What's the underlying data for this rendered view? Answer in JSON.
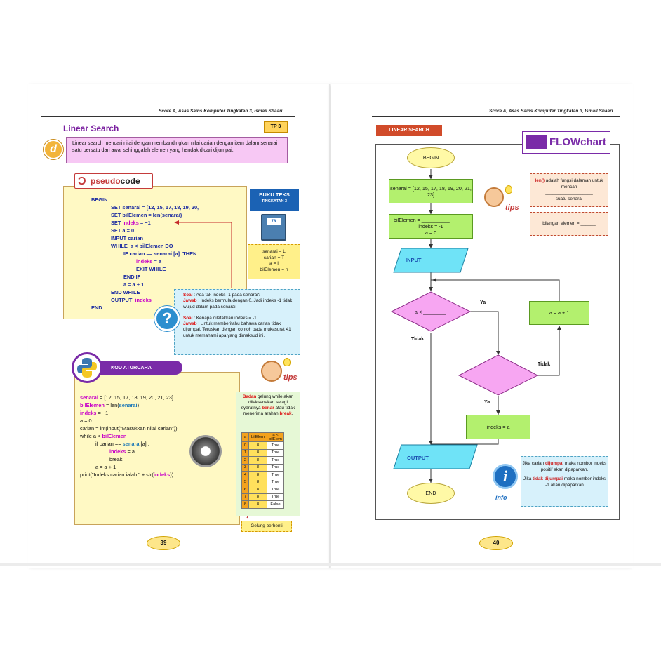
{
  "left_page": {
    "running_head": "Score A, Asas Sains Komputer Tingkatan 3, Ismail Shaari",
    "title": "Linear Search",
    "tp_badge": "TP 3",
    "section_letter": "d",
    "intro": "Linear search mencari nilai dengan membandingkan nilai carian dengan item dalam senarai satu persatu dari awal sehinggalah elemen yang hendak dicari dijumpai.",
    "pseudocode": {
      "label_a": "pseudo",
      "label_b": "code",
      "lines": [
        {
          "text": "BEGIN"
        },
        {
          "text": "SET senarai = [12, 15, 17, 18, 19, 20,"
        },
        {
          "text": "SET bilElemen = len(senarai)"
        },
        {
          "text_a": "SET ",
          "text_b": "indeks",
          "text_c": " = −1"
        },
        {
          "text": "SET a = 0"
        },
        {
          "text": "INPUT carian"
        },
        {
          "text": "WHILE  a < bilElemen DO"
        },
        {
          "text": "IF carian == senarai [a]  THEN"
        },
        {
          "text_b": "indeks",
          "text_c": " = a"
        },
        {
          "text": "EXIT WHILE"
        },
        {
          "text": "END IF"
        },
        {
          "text": "a = a + 1"
        },
        {
          "text": "END WHILE"
        },
        {
          "text_a": "OUTPUT  ",
          "text_b": "indeks"
        },
        {
          "text": "END"
        }
      ]
    },
    "buku_teks": {
      "title": "BUKU TEKS",
      "level": "TINGKATAN",
      "level_num": "3",
      "page": "78"
    },
    "var_notes": [
      "senarai = L",
      "carian = T",
      "a = i",
      "bilElemen = n"
    ],
    "soal": {
      "q1_label": "Soal",
      "q1": " : Ada tak indeks -1 pada senarai?",
      "a1_label": "Jawab",
      "a1": " : Indeks bermula dengan 0. Jadi indeks -1 tidak wujud dalam pada senarai.",
      "q2_label": "Soal",
      "q2": " : Kenapa diletakkan indeks = -1",
      "a2_label": "Jawab",
      "a2": " : Untuk memberitahu bahawa carian tidak dijumpai. Teruskan dengan contoh pada mukasurat 41 untuk memahami apa yang dimaksud ini."
    },
    "qmark": "?",
    "kod": {
      "label": "KOD ATURCARA",
      "lines": [
        {
          "v": "senarai",
          "t": " = [12, 15, 17, 18, 19, 20, 21, 23]"
        },
        {
          "v": "bilElemen",
          "t": " = len(",
          "b": "senarai",
          "t2": ")"
        },
        {
          "v": "indeks",
          "t": " = −1"
        },
        {
          "t": "a = 0"
        },
        {
          "t": "carian = int(input(\"Masukkan nilai carian\"))"
        },
        {
          "t": "while a < ",
          "v2": "bilElemen"
        },
        {
          "t": "if carian == ",
          "b": "senarai",
          "t2": "[a] :"
        },
        {
          "v": "indeks",
          "t": " = a"
        },
        {
          "t": "break"
        },
        {
          "t": "a = a + 1"
        },
        {
          "t": "print(\"Indeks carian ialah \" + str(",
          "v2": "indeks",
          "t2": "))"
        }
      ]
    },
    "tips": {
      "word": "tips",
      "text_a": "Badan",
      "text_b": " gelung while akan dilaksanakan selagi syaratnya ",
      "text_c": "benar",
      "text_d": " atau tidak menerima arahan ",
      "text_e": "break",
      "text_f": "."
    },
    "iteration_table": {
      "headers": [
        "a",
        "bilElem",
        "a < bilElem"
      ],
      "rows": [
        [
          "0",
          "8",
          "True"
        ],
        [
          "1",
          "8",
          "True"
        ],
        [
          "2",
          "8",
          "True"
        ],
        [
          "3",
          "8",
          "True"
        ],
        [
          "4",
          "8",
          "True"
        ],
        [
          "5",
          "8",
          "True"
        ],
        [
          "6",
          "8",
          "True"
        ],
        [
          "7",
          "8",
          "True"
        ],
        [
          "8",
          "8",
          "False"
        ]
      ]
    },
    "gelung_note": "Gelung berhenti",
    "page_number": "39"
  },
  "right_page": {
    "running_head": "Score A, Asas Sains Komputer Tingkatan 3, Ismail Shaari",
    "section_label": "LINEAR SEARCH",
    "flowchart_label": "FLOWchart",
    "flow": {
      "begin": "BEGIN",
      "init1": "senarai = [12, 15, 17, 18, 19, 20, 21, 23]",
      "init2a": "bilElemen = __________",
      "init2b": "indeks = -1",
      "init2c": "a = 0",
      "input": "INPUT ________",
      "decision1": "a < ________",
      "increment": "a = a + 1",
      "assign": "indeks = a",
      "output": "OUTPUT ______",
      "end": "END",
      "ya1": "Ya",
      "tidak1": "Tidak",
      "ya2": "Ya",
      "tidak2": "Tidak"
    },
    "tips_word": "tips",
    "len_note": {
      "a": "len()",
      "b": " adalah fungsi dalaman untuk mencari",
      "blank": "___________________",
      "c": "suatu senarai"
    },
    "bil_note": "bilangan elemen = ______",
    "info": {
      "word": "info",
      "glyph": "i",
      "l1a": "Jika carian ",
      "l1b": "dijumpai",
      "l1c": " maka nombor indeks positif akan dipaparkan.",
      "l2a": "Jika ",
      "l2b": "tidak dijumpai",
      "l2c": " maka nombor indeks -1 akan dipaparkan"
    },
    "page_number": "40"
  },
  "colors": {
    "purple": "#7a2ba8",
    "magenta": "#c800c8",
    "code_blue": "#1a2aa0",
    "process_green": "#b3f06e",
    "io_cyan": "#6fe3f7",
    "decision_pink": "#f7a6f2",
    "terminal_yellow": "#fff9a6"
  }
}
